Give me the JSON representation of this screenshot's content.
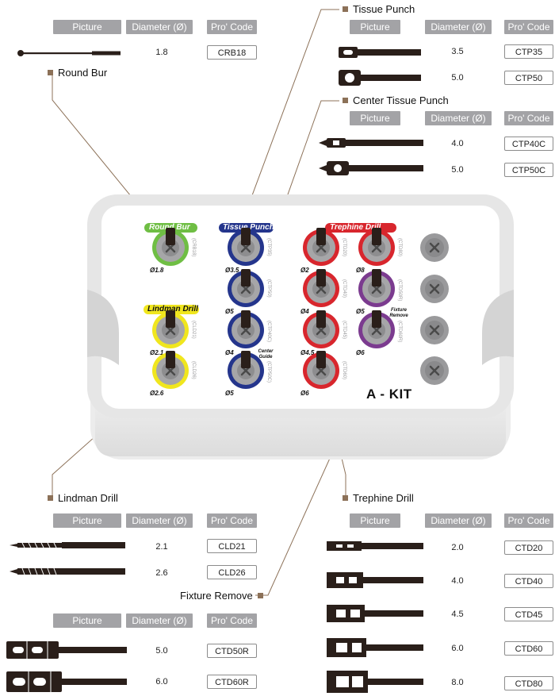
{
  "table_headers": {
    "picture": "Picture",
    "diameter": "Diameter (Ø)",
    "code": "Pro' Code"
  },
  "round_bur": {
    "title": "Round Bur",
    "rows": [
      {
        "diameter": "1.8",
        "code": "CRB18"
      }
    ]
  },
  "tissue_punch": {
    "title": "Tissue Punch",
    "rows": [
      {
        "diameter": "3.5",
        "code": "CTP35"
      },
      {
        "diameter": "5.0",
        "code": "CTP50"
      }
    ]
  },
  "center_tissue_punch": {
    "title": "Center Tissue Punch",
    "rows": [
      {
        "diameter": "4.0",
        "code": "CTP40C"
      },
      {
        "diameter": "5.0",
        "code": "CTP50C"
      }
    ]
  },
  "lindman_drill": {
    "title": "Lindman Drill",
    "rows": [
      {
        "diameter": "2.1",
        "code": "CLD21"
      },
      {
        "diameter": "2.6",
        "code": "CLD26"
      }
    ]
  },
  "fixture_remove": {
    "title": "Fixture Remove",
    "rows": [
      {
        "diameter": "5.0",
        "code": "CTD50R"
      },
      {
        "diameter": "6.0",
        "code": "CTD60R"
      }
    ]
  },
  "trephine_drill": {
    "title": "Trephine Drill",
    "rows": [
      {
        "diameter": "2.0",
        "code": "CTD20"
      },
      {
        "diameter": "4.0",
        "code": "CTD40"
      },
      {
        "diameter": "4.5",
        "code": "CTD45"
      },
      {
        "diameter": "6.0",
        "code": "CTD60"
      },
      {
        "diameter": "8.0",
        "code": "CTD80"
      }
    ]
  },
  "kit": {
    "name": "A - KIT",
    "group_labels": {
      "round_bur": "Round Bur",
      "tissue_punch": "Tissue Punch",
      "trephine_drill": "Trephine Drill",
      "lindman_drill": "Lindman Drill"
    },
    "slot_labels": {
      "rb": "Ø1.8",
      "tp1": "Ø3.5",
      "tp2": "Ø5",
      "tp3": "Ø4",
      "tp4": "Ø5",
      "tr1": "Ø2",
      "tr2": "Ø4",
      "tr3": "Ø4.5",
      "tr4": "Ø6",
      "tr5": "Ø8",
      "tr6": "Ø5",
      "tr7": "Ø6",
      "ld1": "Ø2.1",
      "ld2": "Ø2.6"
    },
    "side_codes": {
      "rb": "(CRB18)",
      "tp1": "(CTP35)",
      "tp2": "(CTP50)",
      "tp3": "(CTP40C)",
      "tp4": "(CTP50C)",
      "tr1": "(CTD20)",
      "tr2": "(CTD40)",
      "tr3": "(CTD45)",
      "tr4": "(CTD60)",
      "tr5": "(CTD80)",
      "tr6": "(CTD50R)",
      "tr7": "(CTD60R)",
      "ld1": "(CLD21)",
      "ld2": "(CLD26)"
    },
    "notes": {
      "center_guide": "Center Guide",
      "fixture_remove": "Fixture Remove"
    },
    "colors": {
      "green": "#6fbe44",
      "blue": "#24358c",
      "red": "#d8262d",
      "yellow": "#f0e61e",
      "purple": "#7b3b8f",
      "gray": "#9a9a9c",
      "leader": "#8c7158"
    }
  }
}
